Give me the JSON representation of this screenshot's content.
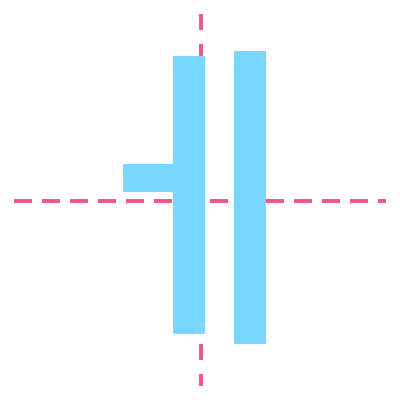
{
  "diagram": {
    "guides": {
      "color": "#f0598a",
      "style": "dashed"
    },
    "bars": {
      "color": "#78d6ff"
    },
    "shapes": [
      "horizontal-guide-line",
      "vertical-guide-line",
      "left-vertical-bar",
      "left-stub-bar",
      "right-vertical-bar"
    ]
  }
}
